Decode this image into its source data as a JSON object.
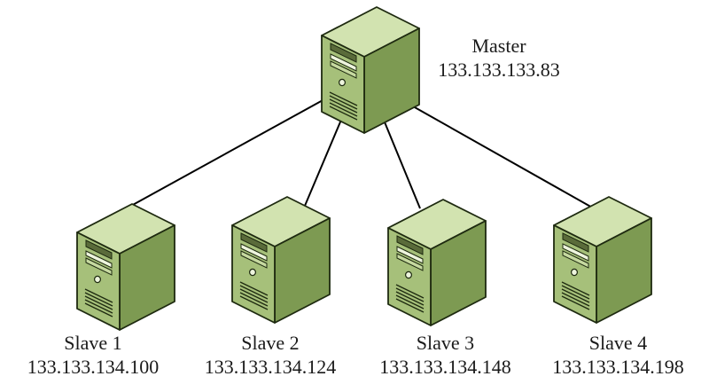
{
  "master": {
    "name": "Master",
    "ip": "133.133.133.83"
  },
  "slaves": [
    {
      "name": "Slave 1",
      "ip": "133.133.134.100"
    },
    {
      "name": "Slave 2",
      "ip": "133.133.134.124"
    },
    {
      "name": "Slave 3",
      "ip": "133.133.134.148"
    },
    {
      "name": "Slave 4",
      "ip": "133.133.134.198"
    }
  ],
  "icons": {
    "server": "server-tower-icon"
  },
  "colors": {
    "server_front": "#a6c07a",
    "server_side": "#7d9a52",
    "server_top": "#d2e3b0",
    "outline": "#1e2a10",
    "connector_line": "#000000"
  }
}
